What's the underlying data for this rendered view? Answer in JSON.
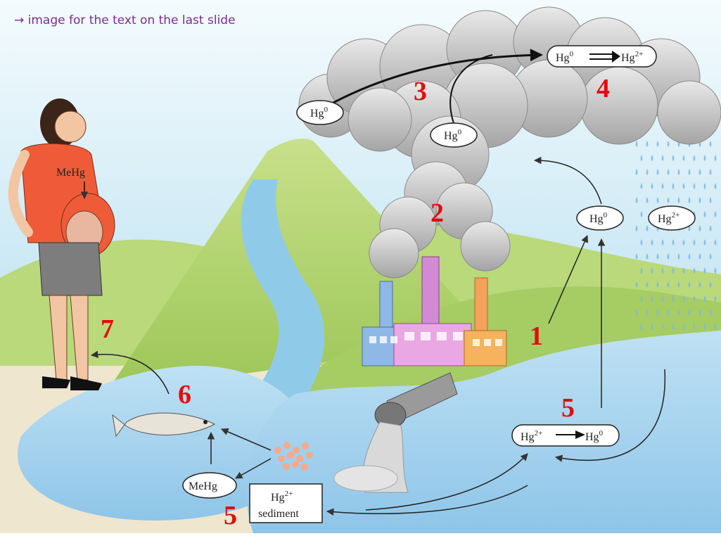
{
  "note": "→ image for the text on the last slide",
  "labels": {
    "hg0": "Hg",
    "hg0_sup": "0",
    "hg2": "Hg",
    "hg2_sup": "2+",
    "mehg": "MeHg",
    "sediment_hg": "Hg",
    "sediment_sup": "2+",
    "sediment_word": "sediment"
  },
  "steps": [
    "1",
    "2",
    "3",
    "4",
    "5",
    "5",
    "6",
    "7"
  ],
  "colors": {
    "sky": "#bfe3f2",
    "number_red": "#e10d0d",
    "note_purple": "#7b2d8e",
    "water": "#a7d3ee",
    "hill": "#a9cf6a"
  }
}
